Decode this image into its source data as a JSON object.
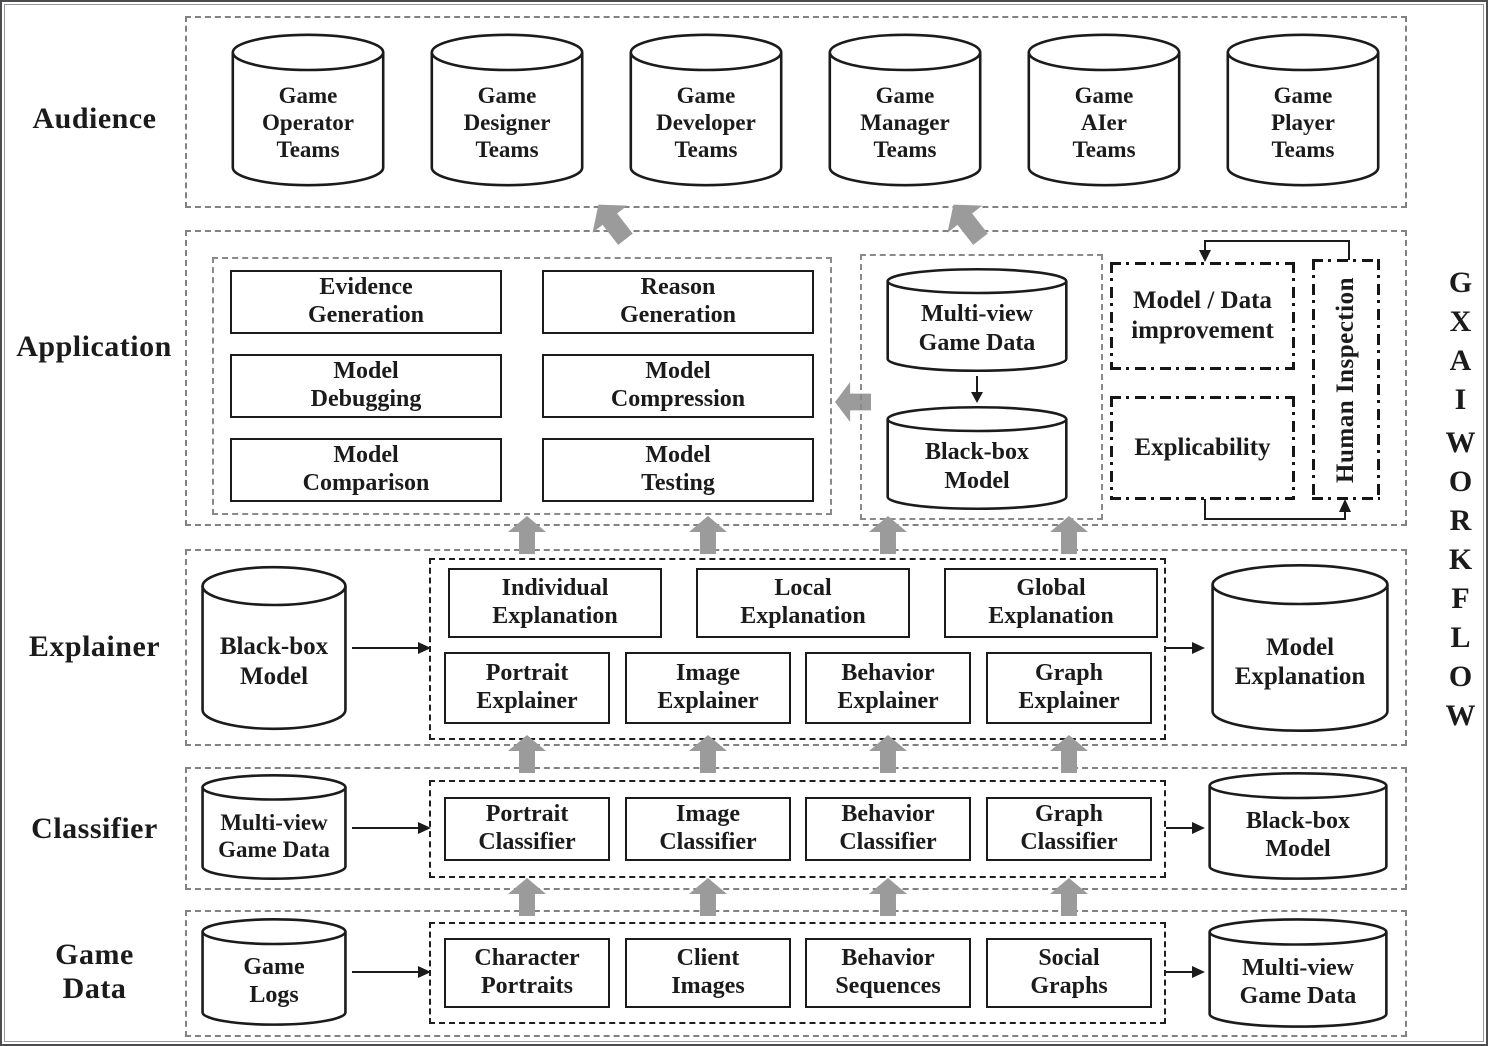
{
  "side_title": {
    "top": "GXAI",
    "bottom": "WORKFLOW"
  },
  "colors": {
    "background": "#ffffff",
    "line_black": "#1b1b1b",
    "dash_gray": "#828282",
    "arrow_gray": "#9b9b9b"
  },
  "layers": {
    "audience": {
      "label": "Audience",
      "cylinders": [
        {
          "label": "Game\nOperator\nTeams"
        },
        {
          "label": "Game\nDesigner\nTeams"
        },
        {
          "label": "Game\nDeveloper\nTeams"
        },
        {
          "label": "Game\nManager\nTeams"
        },
        {
          "label": "Game\nAIer\nTeams"
        },
        {
          "label": "Game\nPlayer\nTeams"
        }
      ]
    },
    "application": {
      "label": "Application",
      "functions": [
        {
          "label": "Evidence\nGeneration"
        },
        {
          "label": "Reason\nGeneration"
        },
        {
          "label": "Model\nDebugging"
        },
        {
          "label": "Model\nCompression"
        },
        {
          "label": "Model\nComparison"
        },
        {
          "label": "Model\nTesting"
        }
      ],
      "data_store": {
        "top_cylinder": "Multi-view\nGame Data",
        "bottom_cylinder": "Black-box\nModel"
      },
      "improvement": "Model / Data\nimprovement",
      "explicability": "Explicability",
      "human_inspection": "Human Inspection"
    },
    "explainer": {
      "label": "Explainer",
      "input_cylinder": "Black-box\nModel",
      "explanations": [
        {
          "label": "Individual\nExplanation"
        },
        {
          "label": "Local\nExplanation"
        },
        {
          "label": "Global\nExplanation"
        }
      ],
      "explainers": [
        {
          "label": "Portrait\nExplainer"
        },
        {
          "label": "Image\nExplainer"
        },
        {
          "label": "Behavior\nExplainer"
        },
        {
          "label": "Graph\nExplainer"
        }
      ],
      "output_cylinder": "Model\nExplanation"
    },
    "classifier": {
      "label": "Classifier",
      "input_cylinder": "Multi-view\nGame Data",
      "classifiers": [
        {
          "label": "Portrait\nClassifier"
        },
        {
          "label": "Image\nClassifier"
        },
        {
          "label": "Behavior\nClassifier"
        },
        {
          "label": "Graph\nClassifier"
        }
      ],
      "output_cylinder": "Black-box\nModel"
    },
    "game_data": {
      "label": "Game\nData",
      "input_cylinder": "Game\nLogs",
      "sources": [
        {
          "label": "Character\nPortraits"
        },
        {
          "label": "Client\nImages"
        },
        {
          "label": "Behavior\nSequences"
        },
        {
          "label": "Social\nGraphs"
        }
      ],
      "output_cylinder": "Multi-view\nGame Data"
    }
  }
}
